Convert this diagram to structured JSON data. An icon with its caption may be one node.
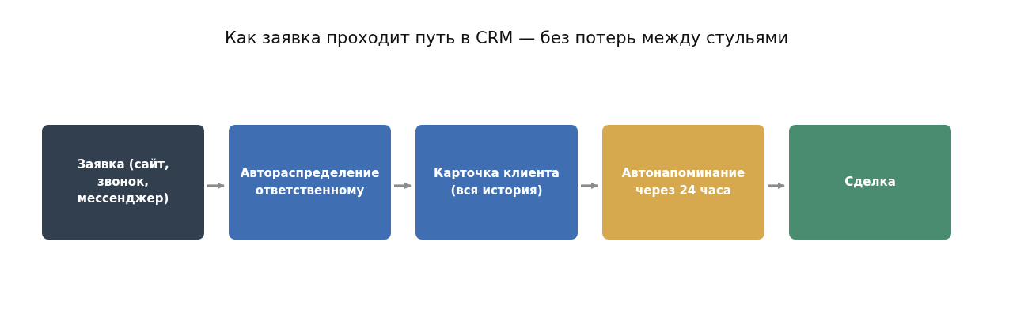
{
  "diagram": {
    "title": "Как заявка проходит путь в CRM — без потерь между стульями",
    "nodes": [
      {
        "text": [
          "Заявка (сайт, звонок, мессенджер)"
        ]
      },
      {
        "text": [
          "Автораспределение ответственному"
        ]
      },
      {
        "text": [
          "Карточка клиента (вся история)"
        ]
      },
      {
        "text": [
          "Автонапоминание через 24 часа"
        ]
      },
      {
        "text": [
          "Сделка"
        ]
      }
    ],
    "edges": [
      {
        "from": 0,
        "to": 1,
        "arrow": "to"
      },
      {
        "from": 1,
        "to": 2,
        "arrow": "to"
      },
      {
        "from": 2,
        "to": 3,
        "arrow": "to"
      },
      {
        "from": 3,
        "to": 4,
        "arrow": "to"
      }
    ]
  }
}
